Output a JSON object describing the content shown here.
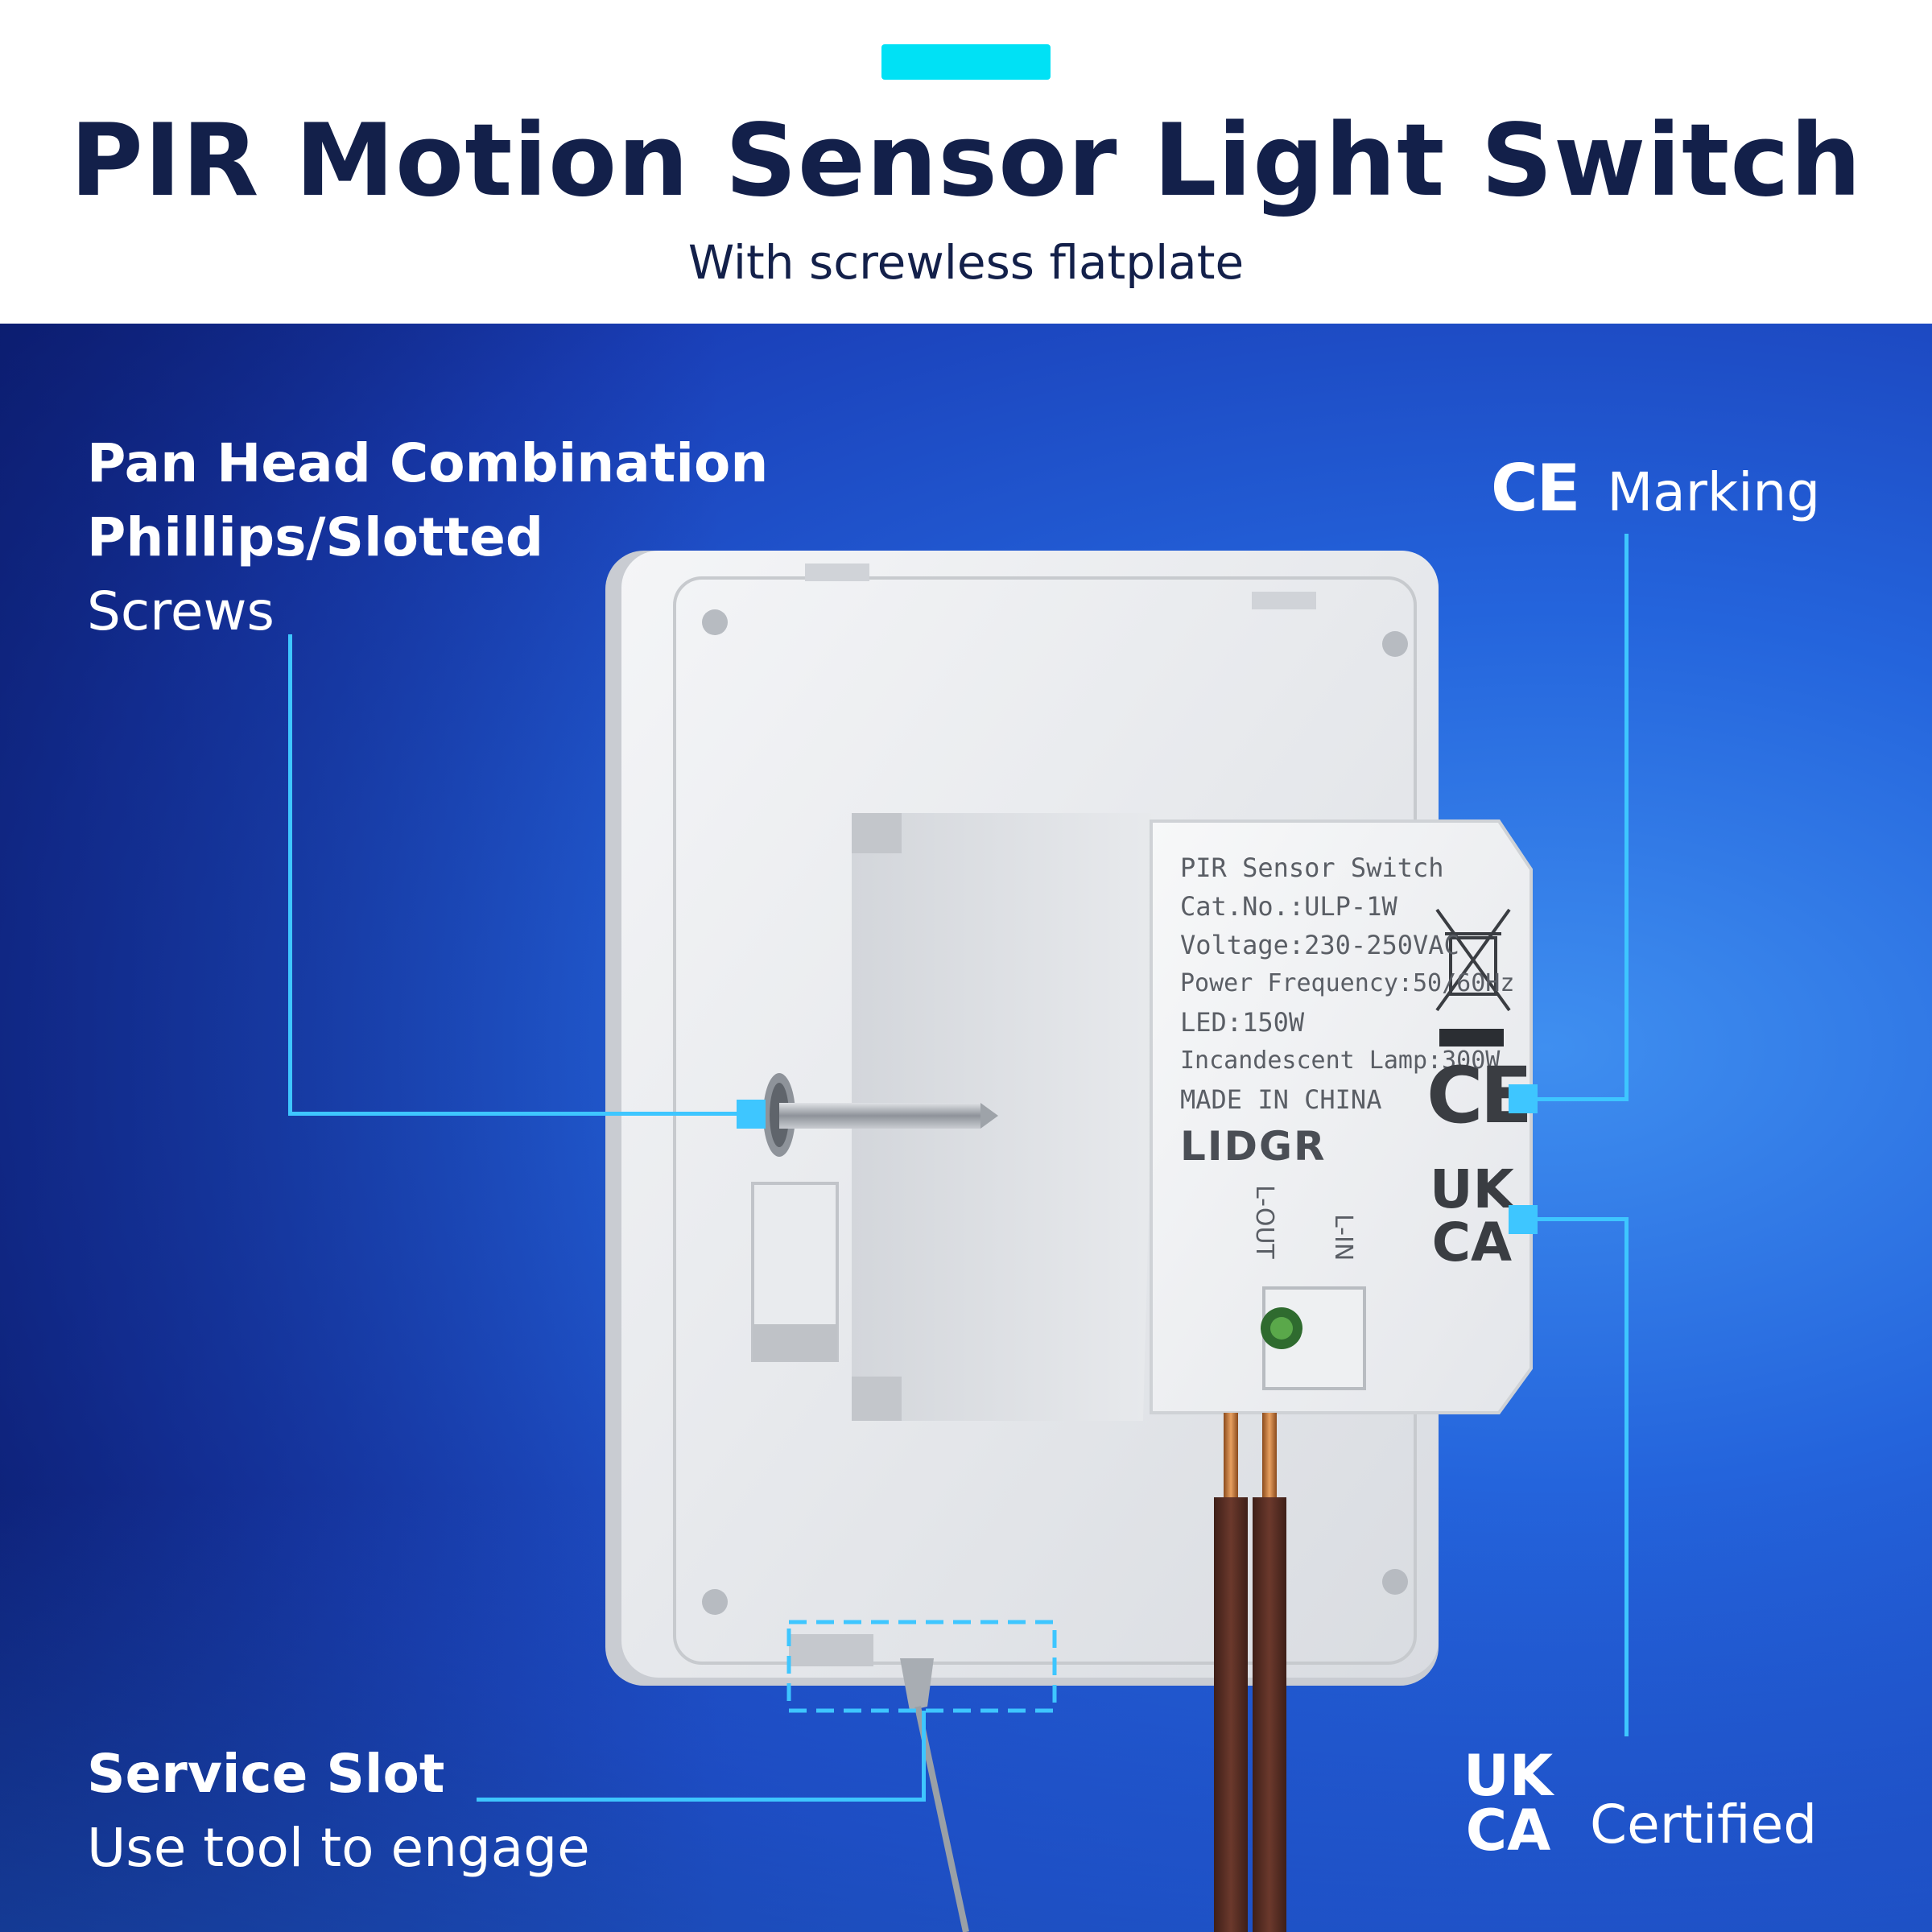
{
  "header": {
    "title": "PIR Motion Sensor Light Switch",
    "subtitle": "With screwless flatplate",
    "accent_color": "#00e1f5",
    "text_color": "#13204a"
  },
  "callouts": {
    "screws": {
      "line1": "Pan Head Combination",
      "line2": "Phillips/Slotted",
      "line3": "Screws"
    },
    "ce": {
      "mark": "CE",
      "text": "Marking"
    },
    "service": {
      "title": "Service Slot",
      "text": "Use tool to engage"
    },
    "ukca": {
      "mark_top": "UK",
      "mark_bottom": "CA",
      "text": "Certified"
    }
  },
  "product_label": {
    "line1": "PIR Sensor Switch",
    "line2": "Cat.No.:ULP-1W",
    "line3": "Voltage:230-250VAC",
    "line4": "Power Frequency:50/60Hz",
    "line5": "LED:150W",
    "line6": "Incandescent Lamp:300W",
    "line7": "MADE IN CHINA",
    "brand": "LIDGR",
    "terminal_out": "L-OUT",
    "terminal_in": "L-IN",
    "ce_mark": "CE",
    "ukca_top": "UK",
    "ukca_bottom": "CA"
  },
  "icons": [
    "weee-bin-icon",
    "ce-mark-icon",
    "ukca-mark-icon"
  ],
  "colors": {
    "callout_line": "#3ec6ff",
    "background_blue": "#1a3fb8",
    "wire_brown": "#5a2f24"
  }
}
